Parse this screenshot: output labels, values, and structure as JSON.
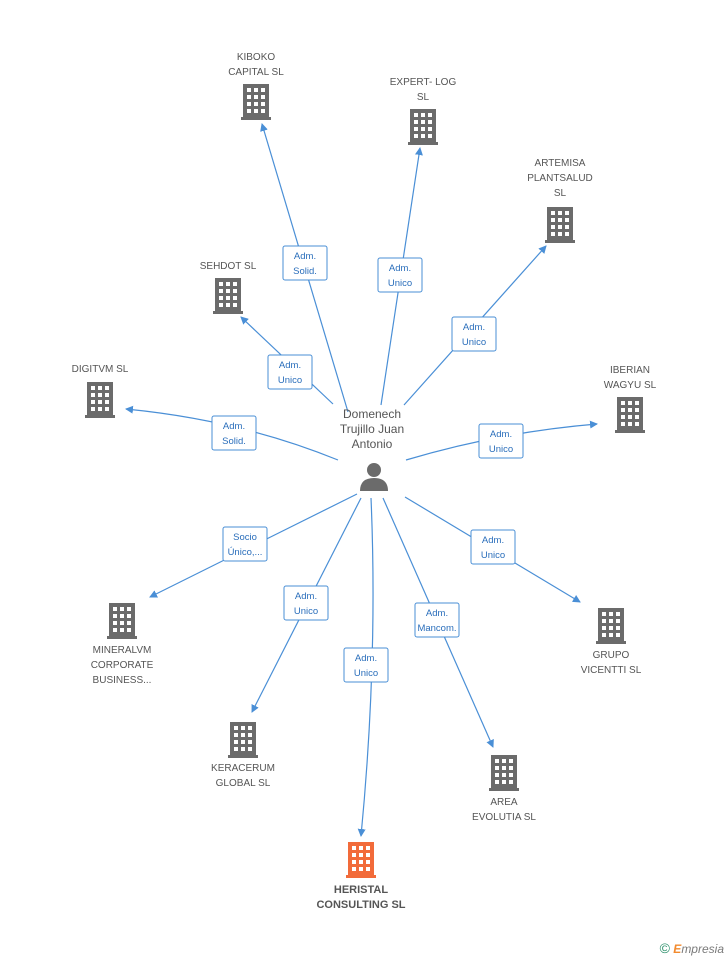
{
  "center": {
    "name_lines": [
      "Domenech",
      "Trujillo Juan",
      "Antonio"
    ]
  },
  "colors": {
    "edge": "#4a8fd6",
    "building": "#6b6b6b",
    "highlight": "#f26b3a",
    "person": "#6b6b6b"
  },
  "companies": [
    {
      "id": "kiboko",
      "lines": [
        "KIBOKO",
        "CAPITAL  SL"
      ],
      "relation": [
        "Adm.",
        "Solid."
      ]
    },
    {
      "id": "expert",
      "lines": [
        "EXPERT- LOG",
        "SL"
      ],
      "relation": [
        "Adm.",
        "Unico"
      ]
    },
    {
      "id": "artemisa",
      "lines": [
        "ARTEMISA",
        "PLANTSALUD",
        "SL"
      ],
      "relation": [
        "Adm.",
        "Unico"
      ]
    },
    {
      "id": "sehdot",
      "lines": [
        "SEHDOT SL"
      ],
      "relation": [
        "Adm.",
        "Unico"
      ]
    },
    {
      "id": "digitvm",
      "lines": [
        "DIGITVM  SL"
      ],
      "relation": [
        "Adm.",
        "Solid."
      ]
    },
    {
      "id": "iberian",
      "lines": [
        "IBERIAN",
        "WAGYU  SL"
      ],
      "relation": [
        "Adm.",
        "Unico"
      ]
    },
    {
      "id": "mineralvm",
      "lines": [
        "MINERALVM",
        "CORPORATE",
        "BUSINESS..."
      ],
      "relation": [
        "Socio",
        "Único,..."
      ]
    },
    {
      "id": "grupo",
      "lines": [
        "GRUPO",
        "VICENTTI SL"
      ],
      "relation": [
        "Adm.",
        "Unico"
      ]
    },
    {
      "id": "keracerum",
      "lines": [
        "KERACERUM",
        "GLOBAL SL"
      ],
      "relation": [
        "Adm.",
        "Unico"
      ]
    },
    {
      "id": "area",
      "lines": [
        "AREA",
        "EVOLUTIA SL"
      ],
      "relation": [
        "Adm.",
        "Mancom."
      ]
    },
    {
      "id": "heristal",
      "lines": [
        "HERISTAL",
        "CONSULTING SL"
      ],
      "relation": [
        "Adm.",
        "Unico"
      ],
      "highlight": true
    }
  ],
  "brand": {
    "copyright": "©",
    "name_first": "E",
    "name_rest": "mpresia"
  }
}
